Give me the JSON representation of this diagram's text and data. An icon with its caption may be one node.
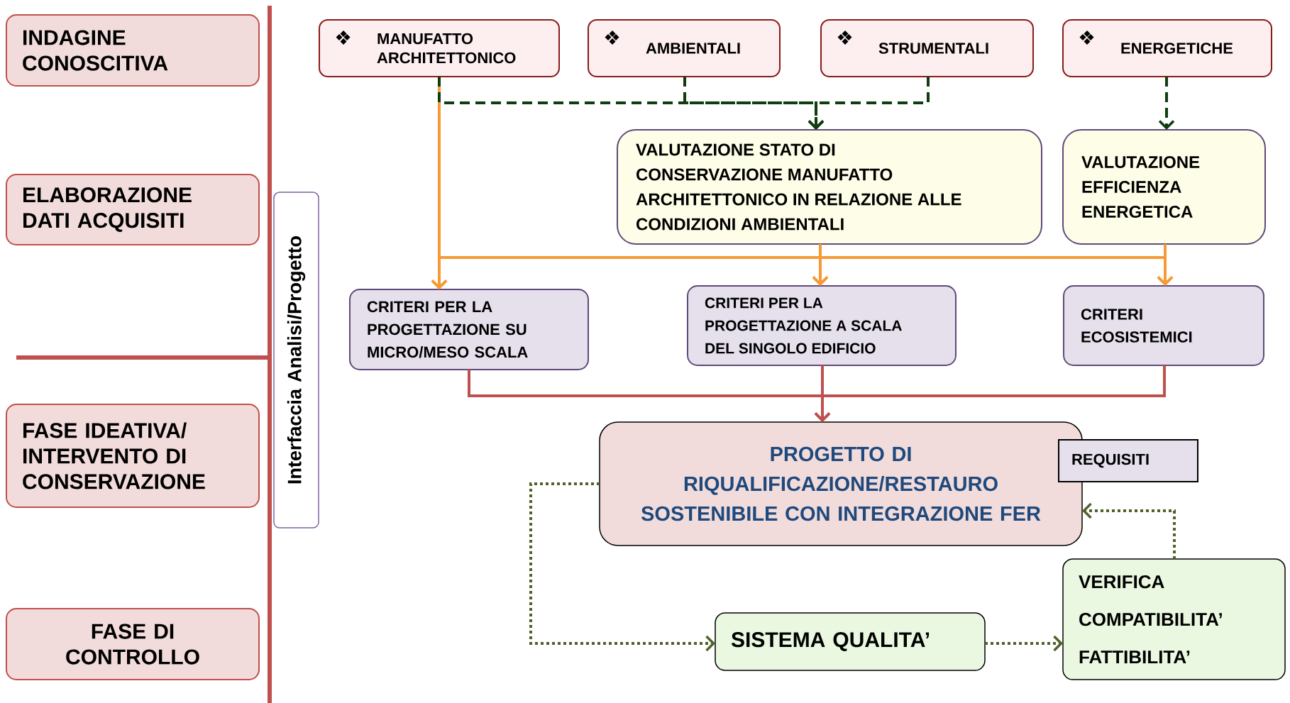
{
  "diagram": {
    "nodes": [
      {
        "text": [
          "INDAGINE CONOSCITIVA"
        ]
      },
      {
        "text": [
          "ELABORAZIONE DATI ACQUISITI"
        ]
      },
      {
        "text": [
          "FASE IDEATIVA/ INTERVENTO DI CONSERVAZIONE"
        ]
      },
      {
        "text": [
          "FASE DI CONTROLLO"
        ]
      },
      {
        "text": [
          "Interfaccia Analisi/Progetto"
        ]
      },
      {
        "text": [
          "MANUFATTO ARCHITETTONICO"
        ]
      },
      {
        "text": [
          "AMBIENTALI"
        ]
      },
      {
        "text": [
          "STRUMENTALI"
        ]
      },
      {
        "text": [
          "ENERGETICHE"
        ]
      },
      {
        "text": [
          "VALUTAZIONE STATO DI CONSERVAZIONE MANUFATTO ARCHITETTONICO IN RELAZIONE ALLE CONDIZIONI AMBIENTALI"
        ]
      },
      {
        "text": [
          "VALUTAZIONE EFFICIENZA ENERGETICA"
        ]
      },
      {
        "text": [
          "CRITERI PER LA PROGETTAZIONE SU MICRO/MESO SCALA"
        ]
      },
      {
        "text": [
          "CRITERI PER LA PROGETTAZIONE A SCALA DEL SINGOLO EDIFICIO"
        ]
      },
      {
        "text": [
          "CRITERI ECOSISTEMICI"
        ]
      },
      {
        "text": [
          "PROGETTO DI RIQUALIFICAZIONE/RESTAURO SOSTENIBILE CON INTEGRAZIONE FER"
        ]
      },
      {
        "text": [
          "REQUISITI"
        ]
      },
      {
        "text": [
          "SISTEMA QUALITA’"
        ]
      },
      {
        "text": [
          "VERIFICA COMPATIBILITA’ FATTIBILITA’"
        ]
      }
    ],
    "edges": [
      {
        "from": 5,
        "to": 9,
        "arrow": "to",
        "style": "dashed",
        "color": "#0f3d0f"
      },
      {
        "from": 6,
        "to": 9,
        "arrow": "to",
        "style": "dashed",
        "color": "#0f3d0f"
      },
      {
        "from": 7,
        "to": 9,
        "arrow": "to",
        "style": "dashed",
        "color": "#0f3d0f"
      },
      {
        "from": 8,
        "to": 10,
        "arrow": "to",
        "style": "dashed",
        "color": "#0f3d0f"
      },
      {
        "from": 5,
        "to": 11,
        "arrow": "to",
        "color": "#f79a36"
      },
      {
        "from": 5,
        "to": 12,
        "arrow": "to",
        "color": "#f79a36"
      },
      {
        "from": 5,
        "to": 13,
        "arrow": "to",
        "color": "#f79a36"
      },
      {
        "from": 9,
        "to": 11,
        "arrow": "to",
        "color": "#f79a36"
      },
      {
        "from": 9,
        "to": 12,
        "arrow": "to",
        "color": "#f79a36"
      },
      {
        "from": 9,
        "to": 13,
        "arrow": "to",
        "color": "#f79a36"
      },
      {
        "from": 10,
        "to": 11,
        "arrow": "to",
        "color": "#f79a36"
      },
      {
        "from": 10,
        "to": 12,
        "arrow": "to",
        "color": "#f79a36"
      },
      {
        "from": 10,
        "to": 13,
        "arrow": "to",
        "color": "#f79a36"
      },
      {
        "from": 11,
        "to": 14,
        "arrow": "to",
        "color": "#c0504d"
      },
      {
        "from": 12,
        "to": 14,
        "arrow": "to",
        "color": "#c0504d"
      },
      {
        "from": 13,
        "to": 14,
        "arrow": "to",
        "color": "#c0504d"
      },
      {
        "from": 14,
        "to": 16,
        "arrow": "to",
        "style": "dashed",
        "color": "#4f6228"
      },
      {
        "from": 16,
        "to": 17,
        "arrow": "to",
        "style": "dashed",
        "color": "#4f6228"
      },
      {
        "from": 17,
        "to": 14,
        "arrow": "to",
        "style": "dashed",
        "color": "#4f6228"
      }
    ]
  }
}
